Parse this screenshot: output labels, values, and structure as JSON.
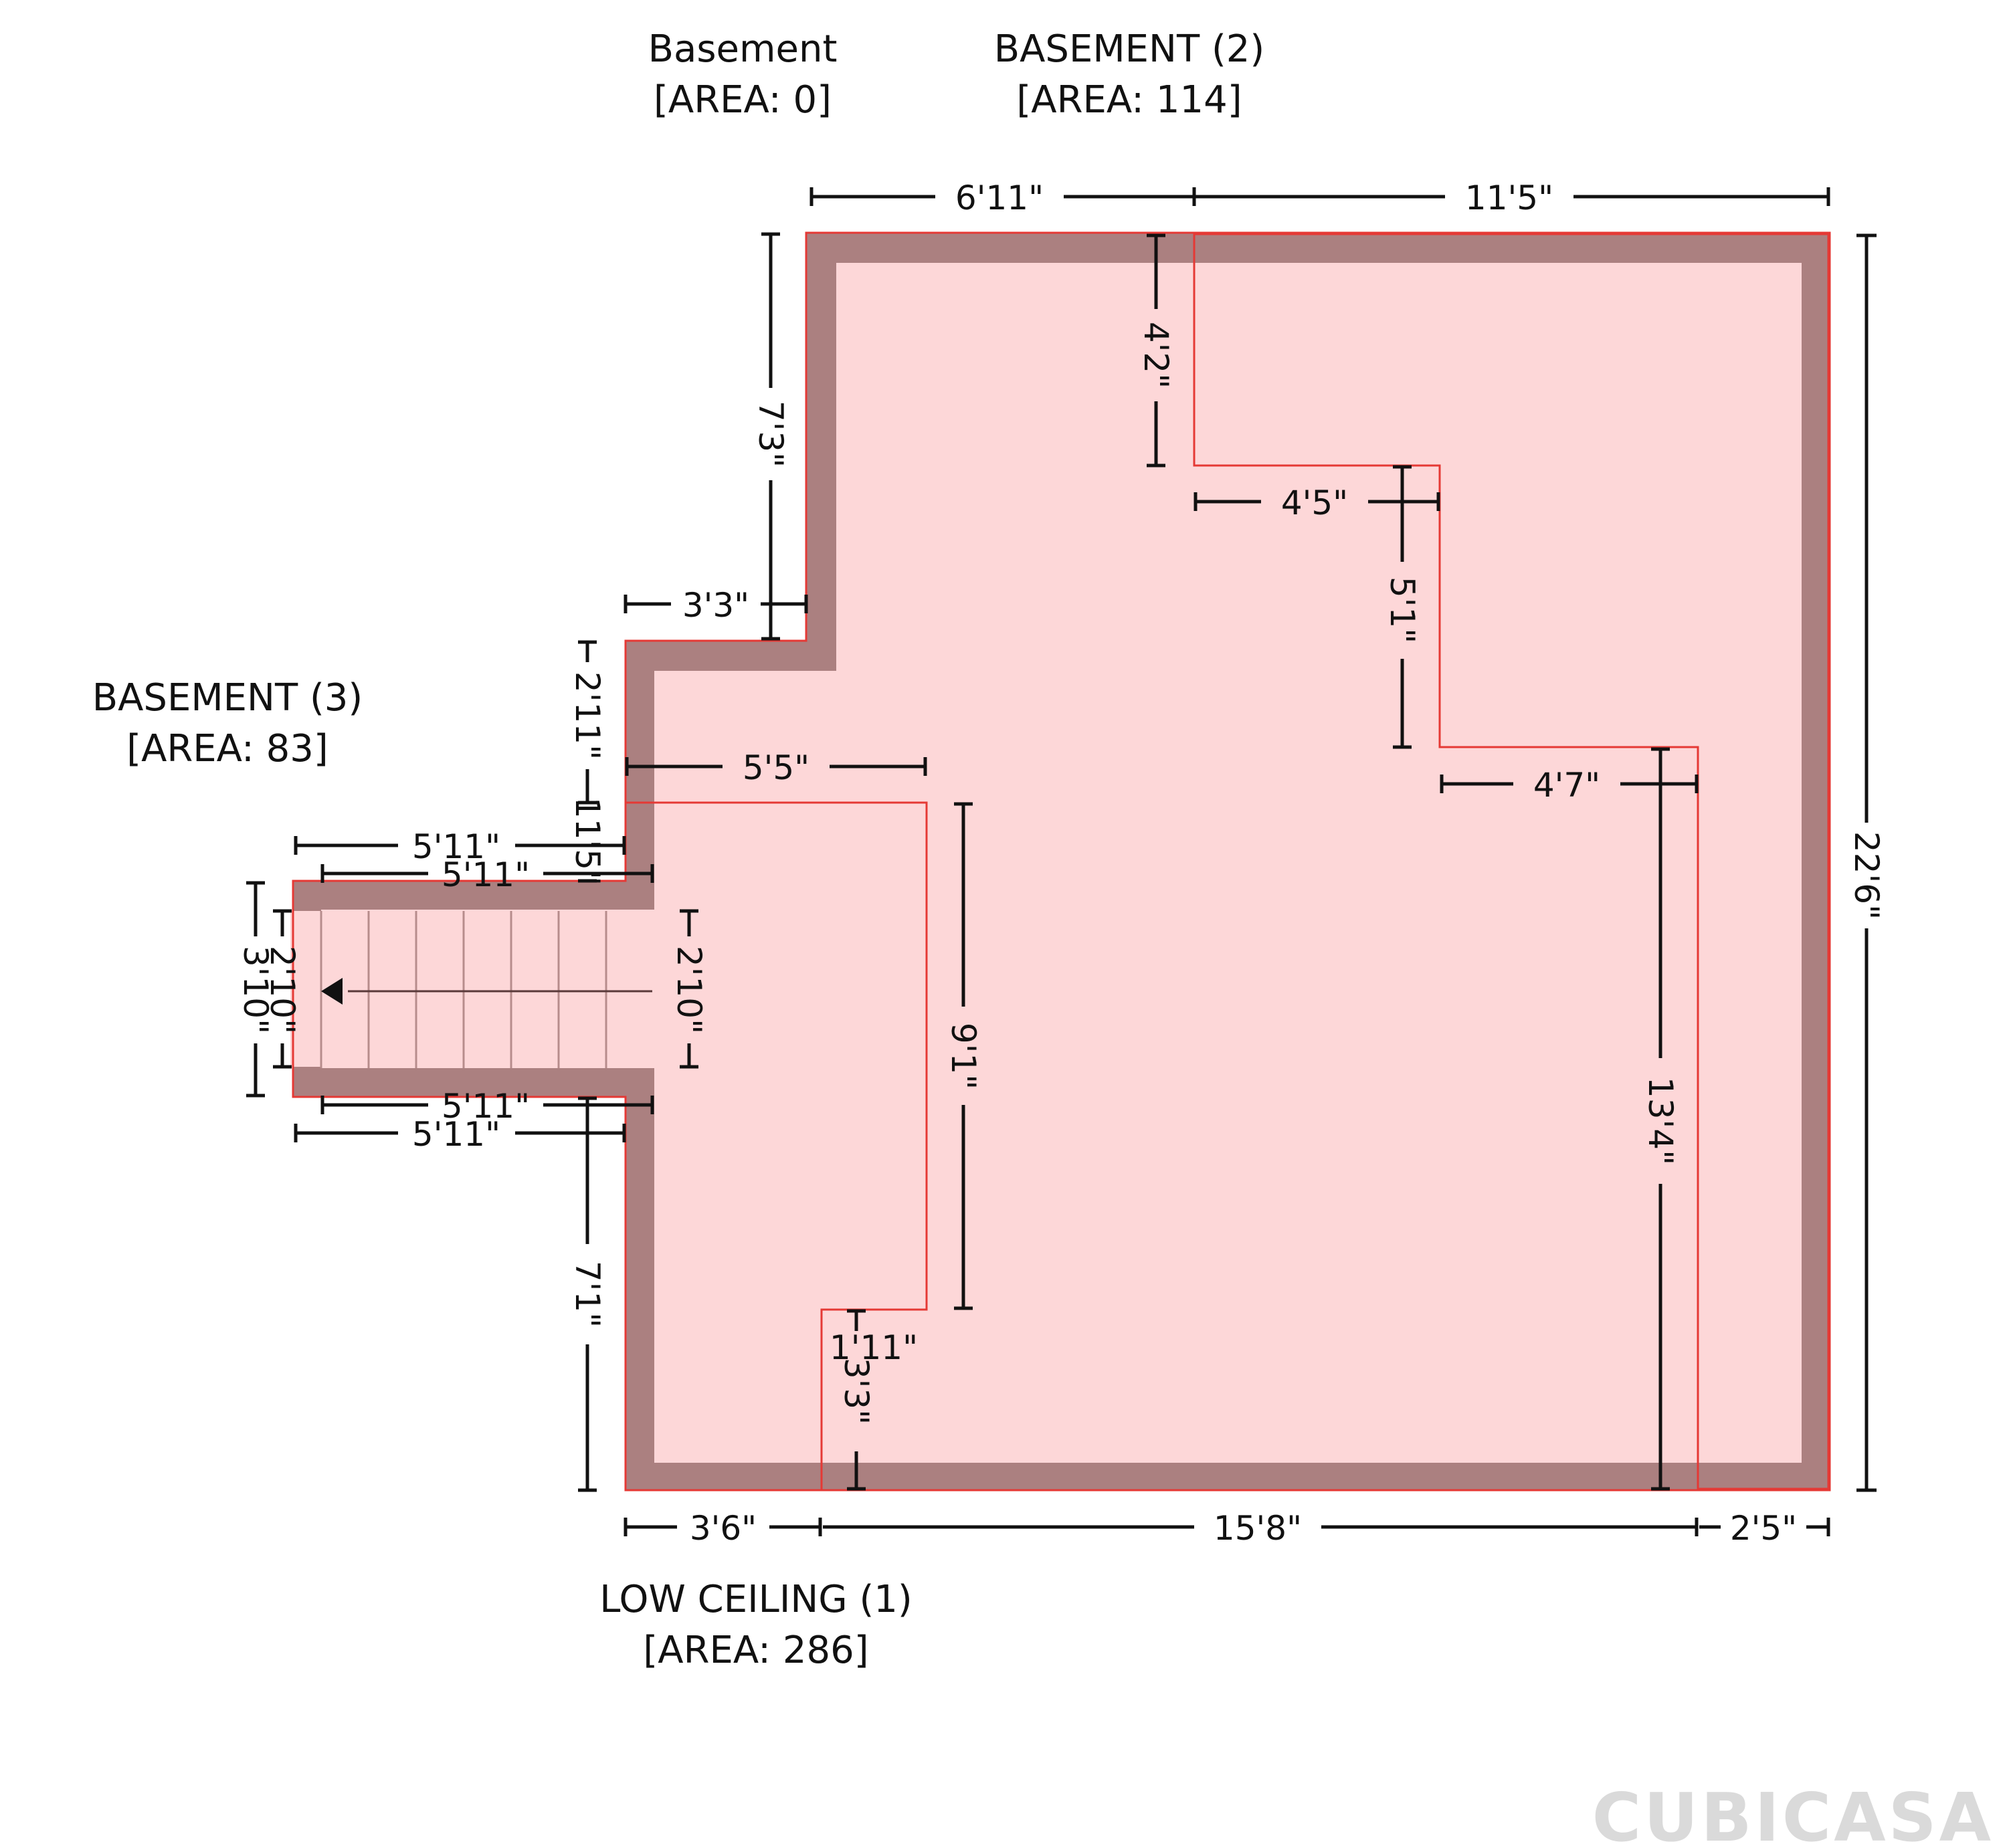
{
  "rooms": {
    "basement": {
      "name": "Basement",
      "area": "[AREA: 0]"
    },
    "basement2": {
      "name": "BASEMENT (2)",
      "area": "[AREA: 114]"
    },
    "basement3": {
      "name": "BASEMENT (3)",
      "area": "[AREA: 83]"
    },
    "low_ceiling": {
      "name": "LOW CEILING (1)",
      "area": "[AREA: 286]"
    }
  },
  "dimensions": {
    "top_left": "6'11\"",
    "top_right": "11'5\"",
    "right_total": "22'6\"",
    "left_upper": "7'3\"",
    "notch_width": "3'3\"",
    "inner_top_drop": "4'2\"",
    "inner_step1_w": "4'5\"",
    "inner_step1_h": "5'1\"",
    "inner_step2_w": "4'7\"",
    "inner_step2_h": "13'4\"",
    "left_mid": "2'11\"",
    "left_small": "11'5\"",
    "low_ceiling_w": "5'5\"",
    "low_ceiling_h": "9'1\"",
    "stair_top_outer": "5'11\"",
    "stair_top_inner": "5'11\"",
    "stair_bottom_inner": "5'11\"",
    "stair_bottom_outer": "5'11\"",
    "stair_left_outer": "3'10\"",
    "stair_left_inner": "2'10\"",
    "stair_right": "2'10\"",
    "left_lower": "7'1\"",
    "notch_small_w": "1'11\"",
    "notch_small_h": "3'3\"",
    "bottom_left": "3'6\"",
    "bottom_mid": "15'8\"",
    "bottom_right": "2'5\""
  },
  "colors": {
    "wall": "#ab8080",
    "floor": "#fdd7d8",
    "room_outline": "#e53935",
    "dimension": "#111111"
  },
  "logo": "CUBICASA"
}
